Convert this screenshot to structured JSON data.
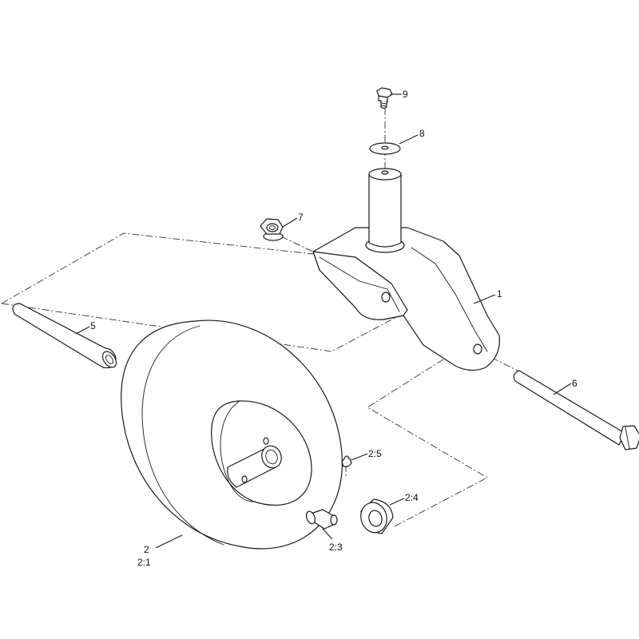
{
  "callouts": {
    "p1": "1",
    "p2": "2",
    "p2_1": "2:1",
    "p2_3": "2:3",
    "p2_4": "2:4",
    "p2_5": "2:5",
    "p5": "5",
    "p6": "6",
    "p7": "7",
    "p8": "8",
    "p9": "9"
  }
}
